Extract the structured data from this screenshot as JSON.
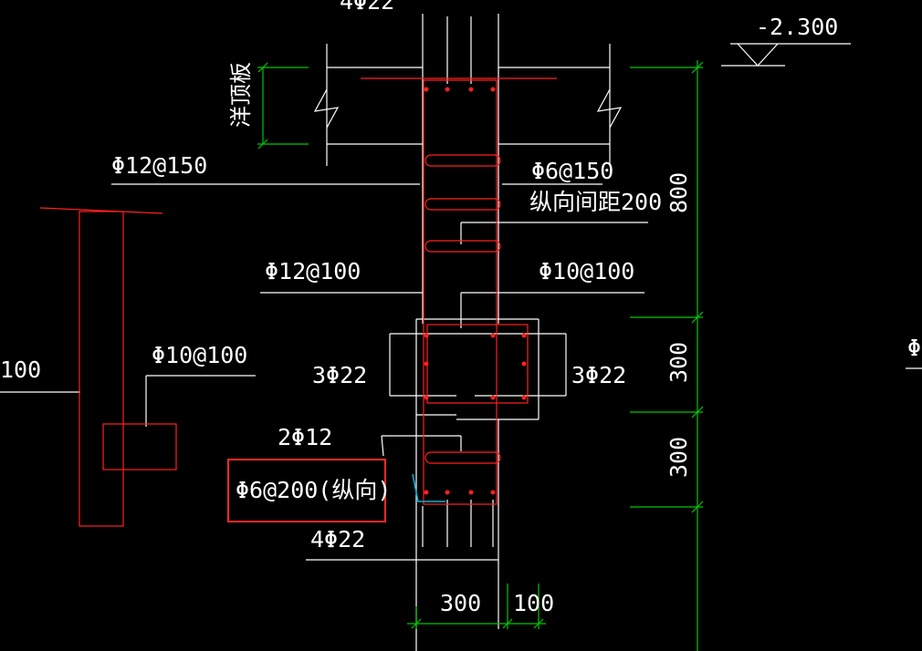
{
  "drawing": {
    "colors": {
      "background": "#000000",
      "outline": "#ffffff",
      "rebar": "#ff2020",
      "dimension": "#00c800",
      "highlight": "#ff2a2a",
      "section": "#00b4d8"
    },
    "labels": {
      "top_rebar": "4Φ22",
      "elevation": "-2.300",
      "roof_slab": "洋顶板",
      "slab_rebar": "Φ12@150",
      "stirrup_top": "Φ6@150",
      "stirrup_spacing": "纵向间距200",
      "wall_rebar_left": "Φ12@100",
      "wall_rebar_right": "Φ10@100",
      "beam_rebar_left": "3Φ22",
      "beam_rebar_right": "3Φ22",
      "left_detail_rebar": "Φ10@100",
      "left_value": "100",
      "extra_rebar": "2Φ12",
      "highlighted_note": "Φ6@200(纵向)",
      "bottom_rebar": "4Φ22",
      "right_edge_symbol": "Φ"
    },
    "dimensions": {
      "vertical": [
        "800",
        "300",
        "300"
      ],
      "horizontal": [
        "300",
        "100"
      ]
    }
  }
}
